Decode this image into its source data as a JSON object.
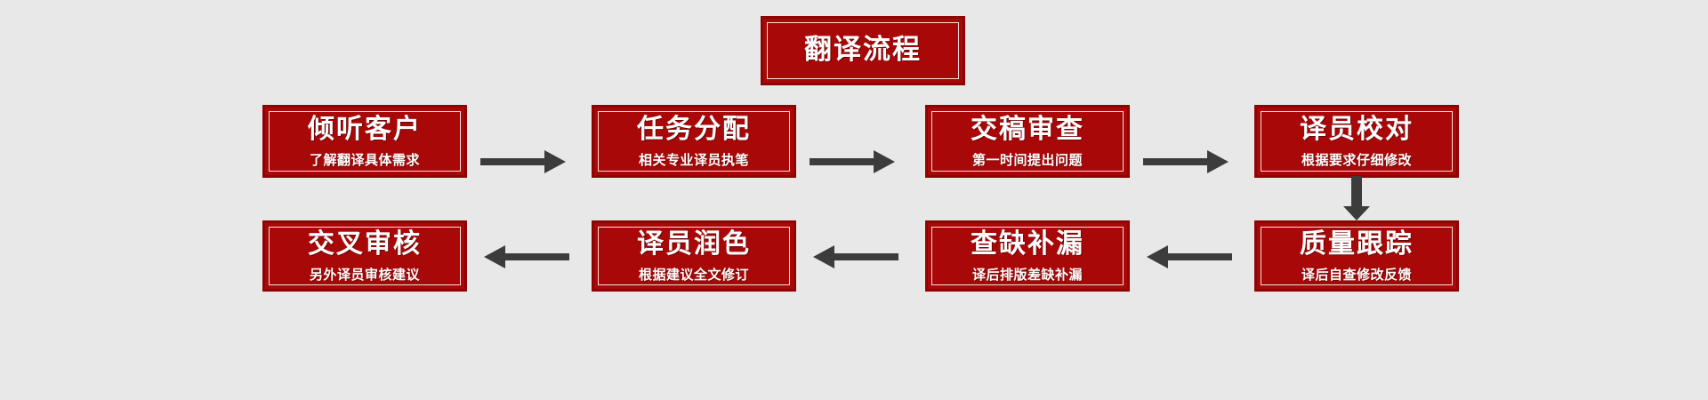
{
  "diagram": {
    "title": "翻译流程",
    "background_color": "#e8e8e8",
    "box_fill_color": "#a90808",
    "box_border_color": "#8e0303",
    "box_text_color": "#ffffff",
    "arrow_color": "#3c3c3c"
  },
  "nodes": [
    {
      "id": 1,
      "title": "倾听客户",
      "sub": "了解翻译具体需求"
    },
    {
      "id": 2,
      "title": "任务分配",
      "sub": "相关专业译员执笔"
    },
    {
      "id": 3,
      "title": "交稿审查",
      "sub": "第一时间提出问题"
    },
    {
      "id": 4,
      "title": "译员校对",
      "sub": "根据要求仔细修改"
    },
    {
      "id": 5,
      "title": "质量跟踪",
      "sub": "译后自查修改反馈"
    },
    {
      "id": 6,
      "title": "查缺补漏",
      "sub": "译后排版差缺补漏"
    },
    {
      "id": 7,
      "title": "译员润色",
      "sub": "根据建议全文修订"
    },
    {
      "id": 8,
      "title": "交叉审核",
      "sub": "另外译员审核建议"
    }
  ],
  "arrows": [
    {
      "id": "arrow-r1",
      "direction": "right",
      "from": 1,
      "to": 2
    },
    {
      "id": "arrow-r2",
      "direction": "right",
      "from": 2,
      "to": 3
    },
    {
      "id": "arrow-r3",
      "direction": "right",
      "from": 3,
      "to": 4
    },
    {
      "id": "arrow-down",
      "direction": "down",
      "from": 4,
      "to": 5
    },
    {
      "id": "arrow-l1",
      "direction": "left",
      "from": 5,
      "to": 6
    },
    {
      "id": "arrow-l2",
      "direction": "left",
      "from": 6,
      "to": 7
    },
    {
      "id": "arrow-l3",
      "direction": "left",
      "from": 7,
      "to": 8
    }
  ]
}
